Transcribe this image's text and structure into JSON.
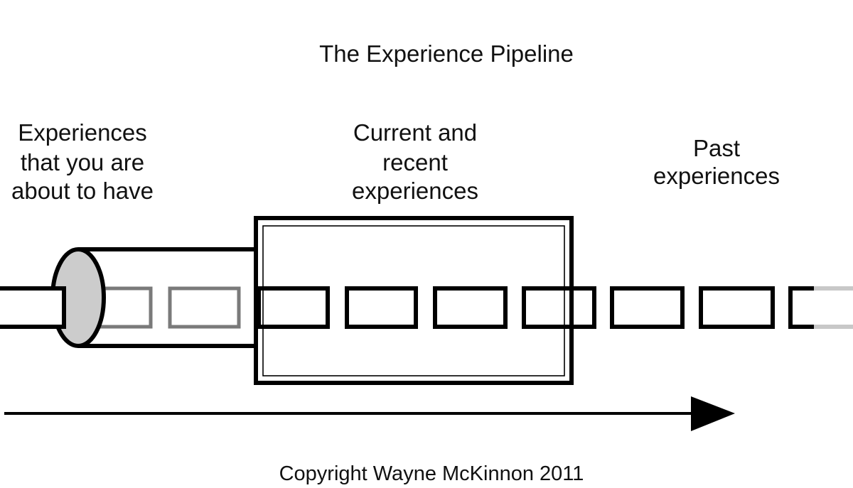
{
  "title": "The Experience Pipeline",
  "labels": {
    "future": [
      "Experiences",
      "that you are",
      "about to have"
    ],
    "current": [
      "Current and",
      "recent",
      "experiences"
    ],
    "past": [
      "Past",
      "experiences"
    ]
  },
  "copyright": "Copyright Wayne McKinnon 2011"
}
